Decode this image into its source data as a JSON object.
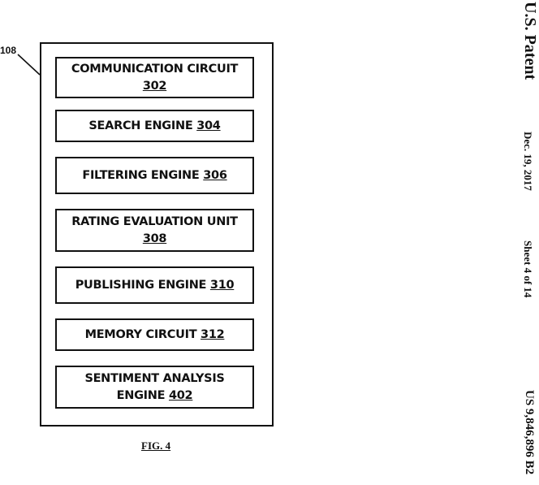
{
  "header": {
    "title": "U.S. Patent",
    "date": "Dec. 19, 2017",
    "sheet": "Sheet 4 of 14",
    "patent_number": "US 9,846,896 B2"
  },
  "diagram": {
    "container_ref": "108",
    "components": [
      {
        "label": "COMMUNICATION CIRCUIT",
        "ref": "302",
        "two_line": true
      },
      {
        "label": "SEARCH ENGINE",
        "ref": "304",
        "two_line": false
      },
      {
        "label": "FILTERING ENGINE",
        "ref": "306",
        "two_line": false
      },
      {
        "label": "RATING EVALUATION UNIT",
        "ref": "308",
        "two_line": true
      },
      {
        "label": "PUBLISHING ENGINE",
        "ref": "310",
        "two_line": false
      },
      {
        "label": "MEMORY CIRCUIT",
        "ref": "312",
        "two_line": false
      },
      {
        "label": "SENTIMENT ANALYSIS ENGINE",
        "ref": "402",
        "two_line": true,
        "line1": "SENTIMENT ANALYSIS",
        "line2": "ENGINE"
      }
    ]
  },
  "caption": "FIG. 4"
}
